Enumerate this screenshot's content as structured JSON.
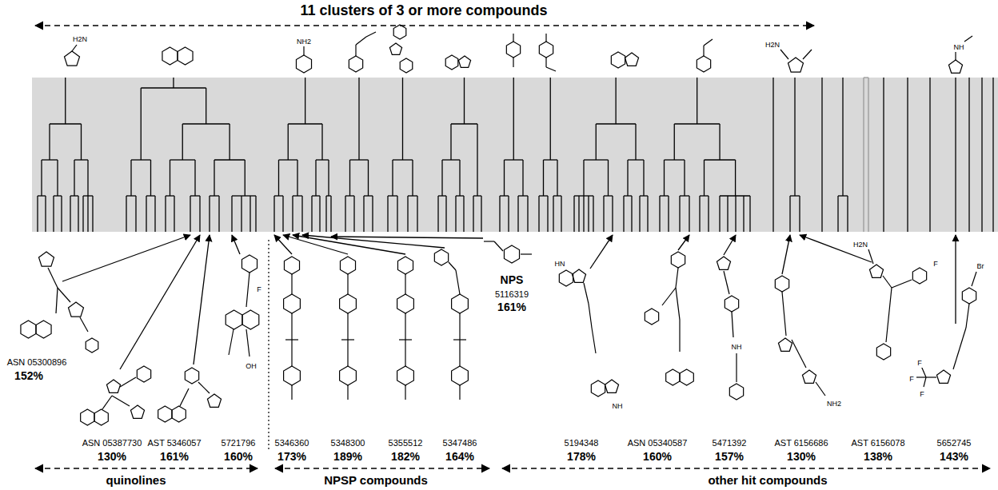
{
  "diagram": {
    "title": "11 clusters of 3 or more compounds",
    "labels": [
      "ASN 05300896",
      "152%",
      "ASN 05387730",
      "130%",
      "AST 5346057",
      "161%",
      "5721796",
      "160%",
      "5346360",
      "173%",
      "5348300",
      "189%",
      "5355512",
      "182%",
      "5347486",
      "164%",
      "NPS",
      "5116319",
      "161%",
      "5194348",
      "178%",
      "ASN 05340587",
      "160%",
      "5471392",
      "157%",
      "AST 6156686",
      "130%",
      "AST 6156078",
      "138%",
      "5652745",
      "143%",
      "quinolines",
      "NPSP compounds",
      "other hit compounds",
      "H2N",
      "NH2",
      "H2N",
      "NH",
      "HN",
      "NH",
      "H2N",
      "F",
      "Br",
      "F",
      "F",
      "F",
      "NH2",
      "OH",
      "F",
      "NH"
    ]
  }
}
